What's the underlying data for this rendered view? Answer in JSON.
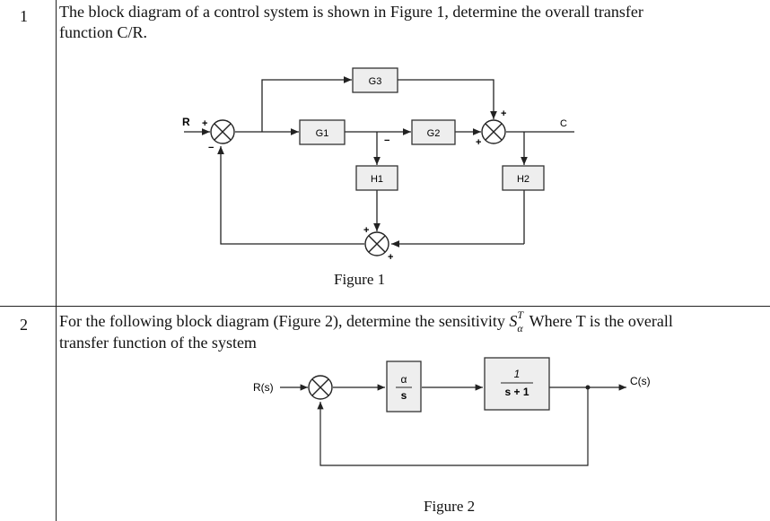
{
  "rows": [
    {
      "number": "1",
      "question_line1": "The block diagram of a control system is shown in Figure 1, determine the overall transfer",
      "question_line2": "function C/R.",
      "figure_caption": "Figure 1",
      "diagram": {
        "input_label": "R",
        "output_label": "C",
        "blocks": {
          "g1": "G1",
          "g2": "G2",
          "g3": "G3",
          "h1": "H1",
          "h2": "H2"
        },
        "signs": {
          "plus": "+",
          "minus": "−"
        }
      }
    },
    {
      "number": "2",
      "question_line1_prefix": "For the following block diagram (Figure 2), determine the sensitivity ",
      "sensitivity_symbol": "S",
      "sensitivity_sup": "T",
      "sensitivity_sub": "α",
      "question_line1_suffix": " Where T is the overall",
      "question_line2": "transfer function of the system",
      "figure_caption": "Figure 2",
      "diagram": {
        "input_label": "R(s)",
        "output_label": "C(s)",
        "block1_num": "α",
        "block1_den": "s",
        "block2_num": "1",
        "block2_den": "s + 1"
      }
    }
  ]
}
